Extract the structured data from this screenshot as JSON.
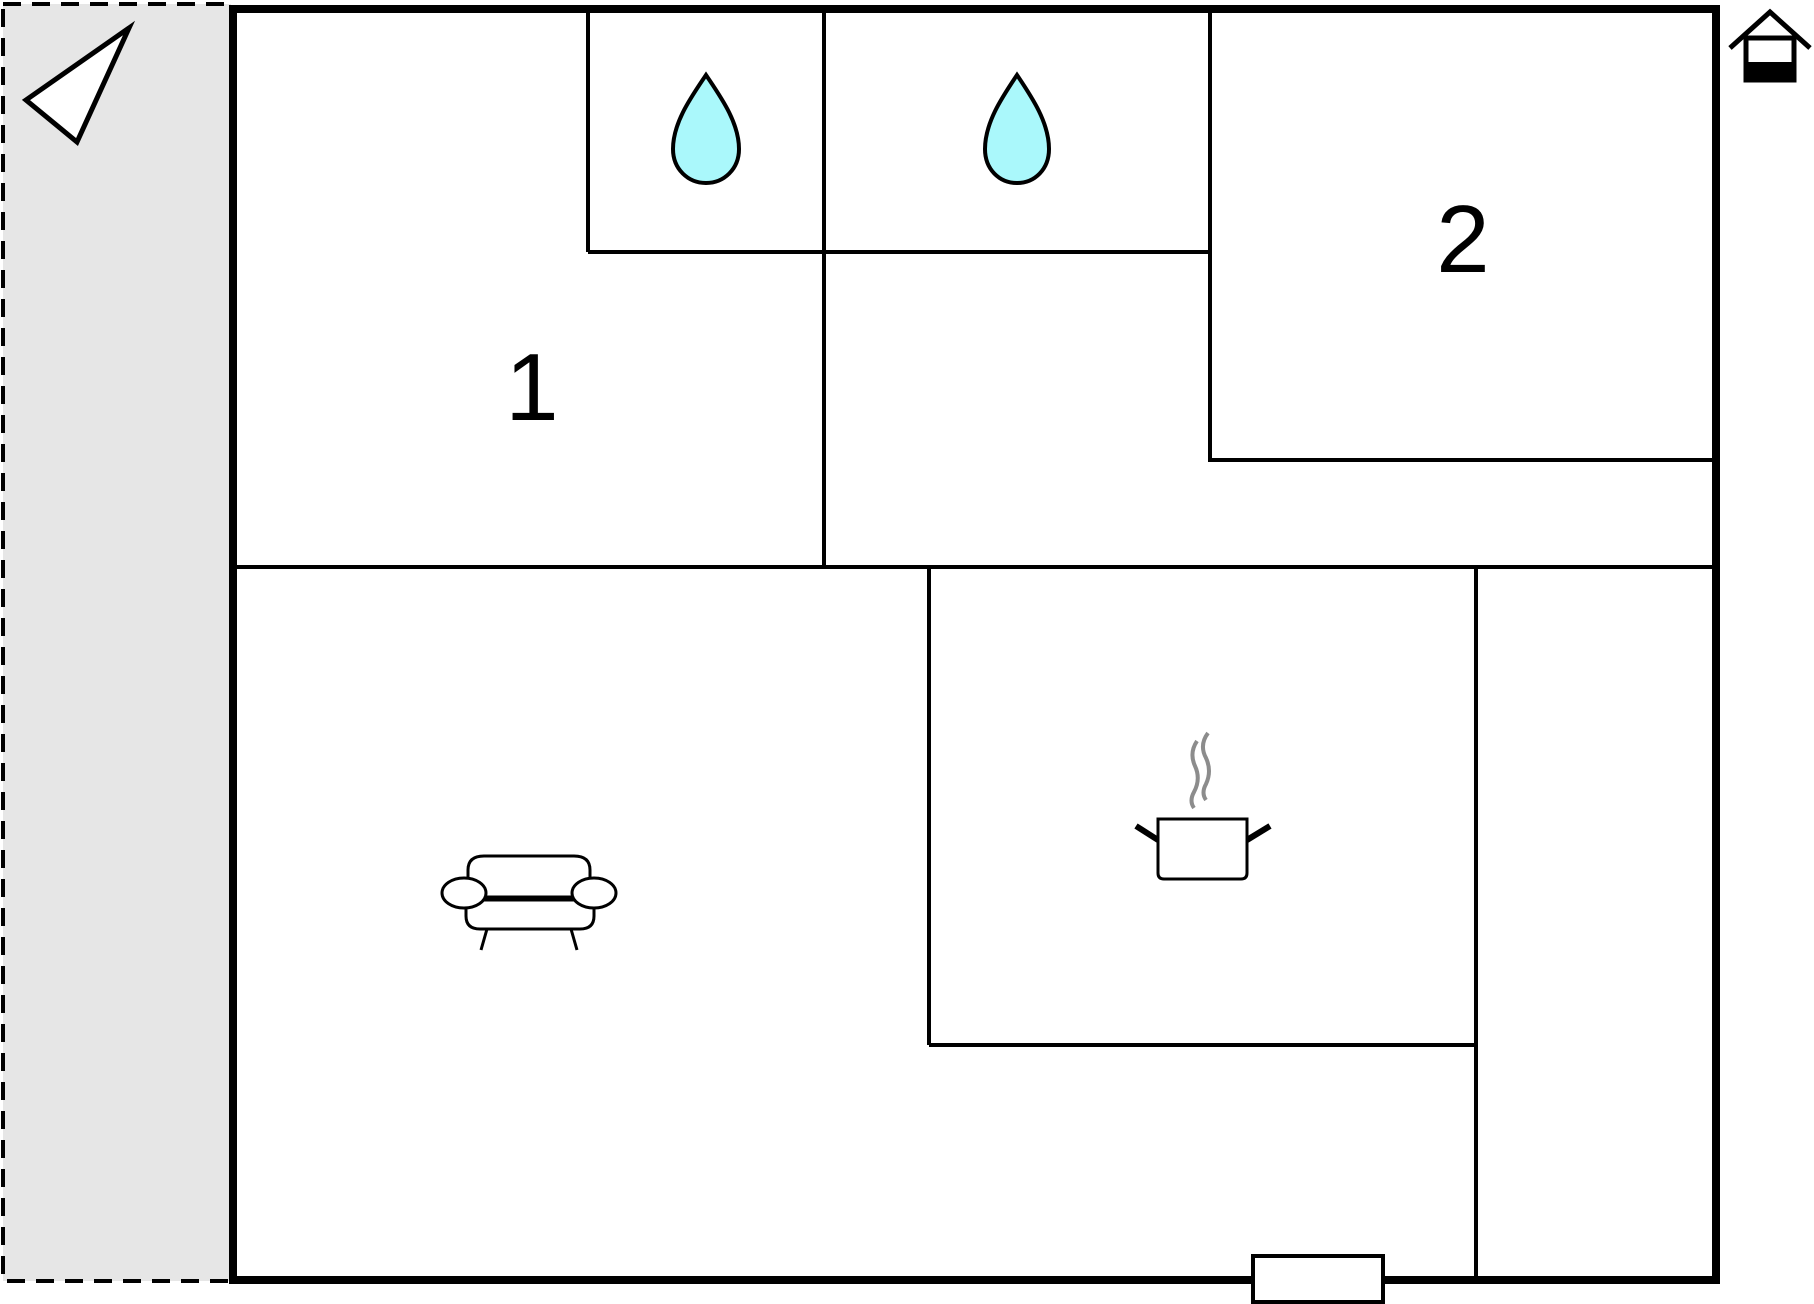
{
  "floorplan": {
    "rooms": [
      {
        "id": "bedroom-1",
        "label": "1"
      },
      {
        "id": "bedroom-2",
        "label": "2"
      },
      {
        "id": "bathroom-a",
        "icon": "water-drop-icon"
      },
      {
        "id": "bathroom-b",
        "icon": "water-drop-icon"
      },
      {
        "id": "living-room",
        "icon": "sofa-icon"
      },
      {
        "id": "kitchen",
        "icon": "cooking-pot-icon"
      }
    ],
    "icons": {
      "north": "compass-arrow-icon",
      "floor": "house-floor-icon",
      "door": "entrance-door-icon"
    },
    "colors": {
      "wall": "#000000",
      "terrace": "#e6e6e6",
      "water": "#aaf8fb",
      "steam": "#8c8c8c",
      "background": "#ffffff"
    }
  }
}
